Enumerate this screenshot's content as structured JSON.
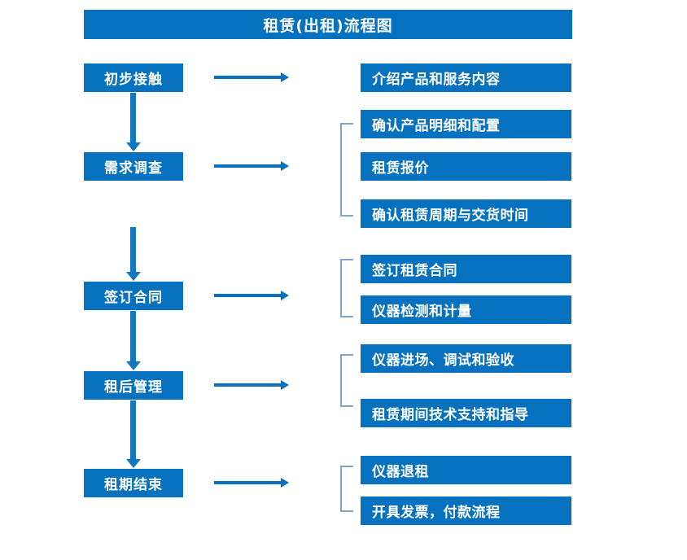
{
  "page": {
    "title": "租赁(出租)流程图",
    "accent_color": "#0672BF",
    "bracket_color": "#7FA6C8",
    "text_color": "#FFFFFF",
    "background": "#FFFFFF"
  },
  "stages": [
    {
      "label": "初步接触"
    },
    {
      "label": "需求调查"
    },
    {
      "label": "签订合同"
    },
    {
      "label": "租后管理"
    },
    {
      "label": "租期结束"
    }
  ],
  "details": [
    {
      "label": "介绍产品和服务内容"
    },
    {
      "label": "确认产品明细和配置"
    },
    {
      "label": "租赁报价"
    },
    {
      "label": "确认租赁周期与交货时间"
    },
    {
      "label": "签订租赁合同"
    },
    {
      "label": "仪器检测和计量"
    },
    {
      "label": "仪器进场、调试和验收"
    },
    {
      "label": "租赁期间技术支持和指导"
    },
    {
      "label": "仪器退租"
    },
    {
      "label": "开具发票，付款流程"
    }
  ]
}
